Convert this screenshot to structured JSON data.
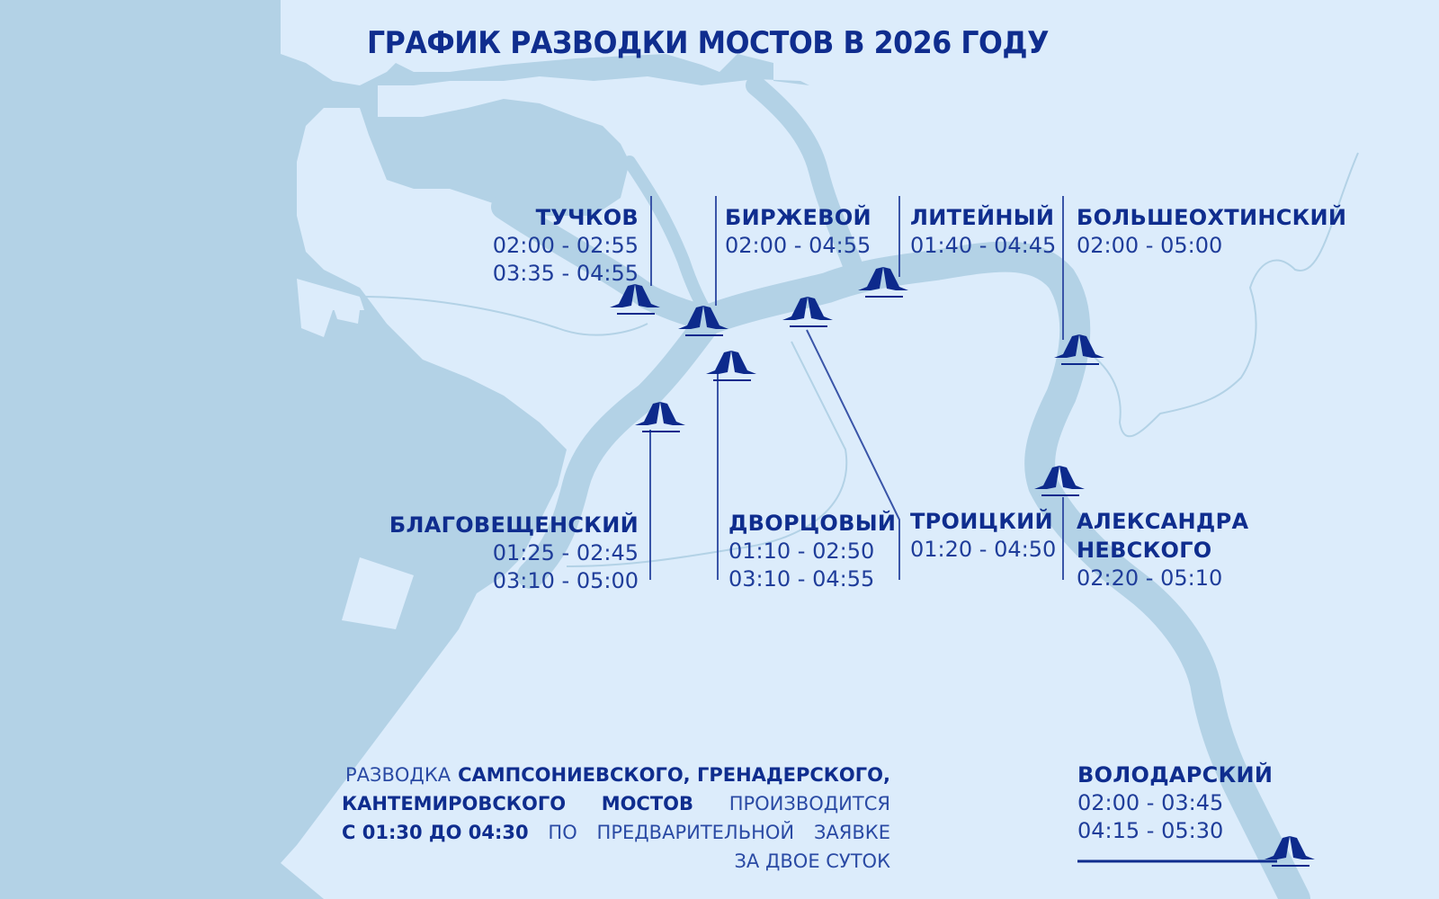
{
  "title": "ГРАФИК РАЗВОДКИ МОСТОВ В 2026 ГОДУ",
  "colors": {
    "background": "#dcecfb",
    "water": "#b3d2e6",
    "text_dark": "#0f2d8e",
    "bridge_icon": "#0d2a8c"
  },
  "bridges": [
    {
      "name": "ТУЧКОВ",
      "times": [
        "02:00 - 02:55",
        "03:35 - 04:55"
      ]
    },
    {
      "name": "БИРЖЕВОЙ",
      "times": [
        "02:00 - 04:55"
      ]
    },
    {
      "name": "ЛИТЕЙНЫЙ",
      "times": [
        "01:40 - 04:45"
      ]
    },
    {
      "name": "БОЛЬШЕОХТИНСКИЙ",
      "times": [
        "02:00 - 05:00"
      ]
    },
    {
      "name": "БЛАГОВЕЩЕНСКИЙ",
      "times": [
        "01:25 - 02:45",
        "03:10 - 05:00"
      ]
    },
    {
      "name": "ДВОРЦОВЫЙ",
      "times": [
        "01:10 - 02:50",
        "03:10 - 04:55"
      ]
    },
    {
      "name": "ТРОИЦКИЙ",
      "times": [
        "01:20 - 04:50"
      ]
    },
    {
      "name_line1": "АЛЕКСАНДРА",
      "name_line2": "НЕВСКОГО",
      "times": [
        "02:20 - 05:10"
      ]
    },
    {
      "name": "ВОЛОДАРСКИЙ",
      "times": [
        "02:00 - 03:45",
        "04:15 - 05:30"
      ]
    }
  ],
  "note": {
    "l1_a": "РАЗВОДКА",
    "l1_b": "САМПСОНИЕВСКОГО, ГРЕНАДЕРСКОГО,",
    "l2_a": "КАНТЕМИРОВСКОГО",
    "l2_b": "МОСТОВ",
    "l2_c": "ПРОИЗВОДИТСЯ",
    "l3_a": "С 01:30 ДО 04:30",
    "l3_b": "ПО",
    "l3_c": "ПРЕДВАРИТЕЛЬНОЙ",
    "l3_d": "ЗАЯВКЕ",
    "l4": "ЗА ДВОЕ СУТОК"
  }
}
